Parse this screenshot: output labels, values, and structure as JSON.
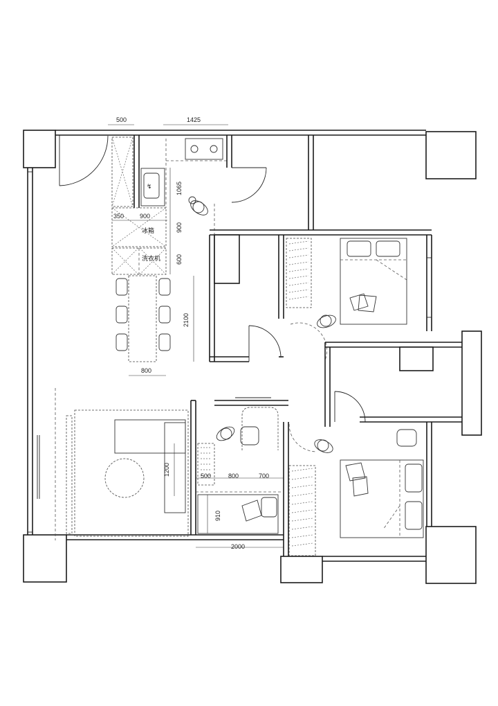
{
  "dimensions": {
    "kitchen_depth": "500",
    "kitchen_width": "1425",
    "counter_length": "1065",
    "fridge_col": "350",
    "fridge_width": "900",
    "fridge_depth": "900",
    "washer_depth": "600",
    "dining_length": "2100",
    "dining_width": "800",
    "sofa_depth": "1200",
    "study_a": "500",
    "study_b": "800",
    "study_c": "700",
    "study_depth": "910",
    "study_width": "2000"
  },
  "labels": {
    "fridge": "冰箱",
    "washer": "洗衣机"
  }
}
